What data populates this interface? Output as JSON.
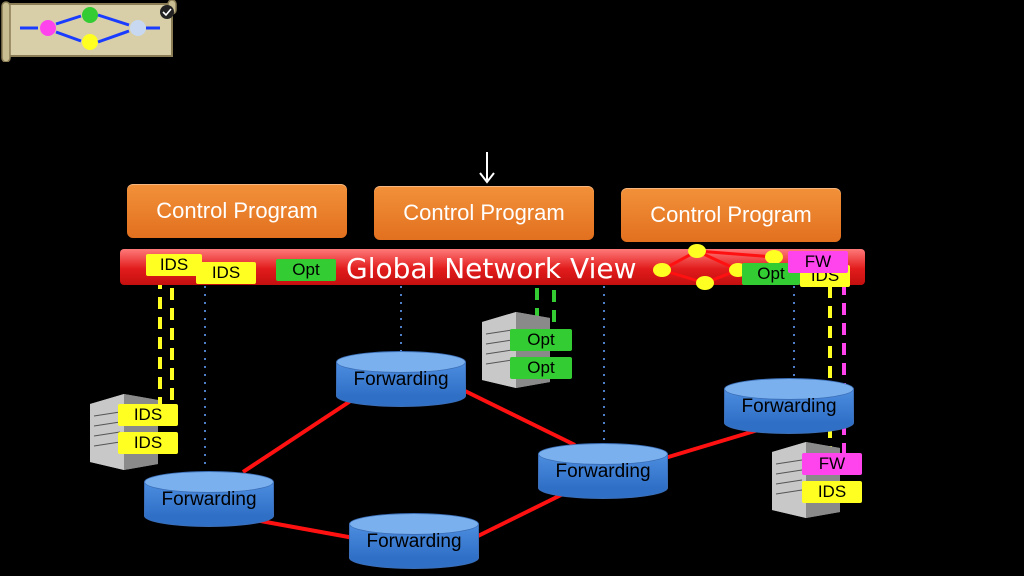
{
  "control_programs": [
    "Control Program",
    "Control Program",
    "Control Program"
  ],
  "global_view": {
    "title": "Global Network View",
    "tags": {
      "ids_a": "IDS",
      "ids_b": "IDS",
      "opt_a": "Opt",
      "opt_b": "Opt",
      "fw_a": "FW",
      "ids_c": "IDS"
    }
  },
  "forwarding_label": "Forwarding",
  "server_tags": {
    "left_1": "IDS",
    "left_2": "IDS",
    "middle_1": "Opt",
    "middle_2": "Opt",
    "right_1": "FW",
    "right_2": "IDS"
  },
  "colors": {
    "control_program": "#e8782a",
    "global_view": "#e21c1c",
    "ids": "#ffff22",
    "opt": "#33cc33",
    "fw": "#ff44ee",
    "forwarding": "#3f7fd6",
    "link": "#ff1111"
  }
}
